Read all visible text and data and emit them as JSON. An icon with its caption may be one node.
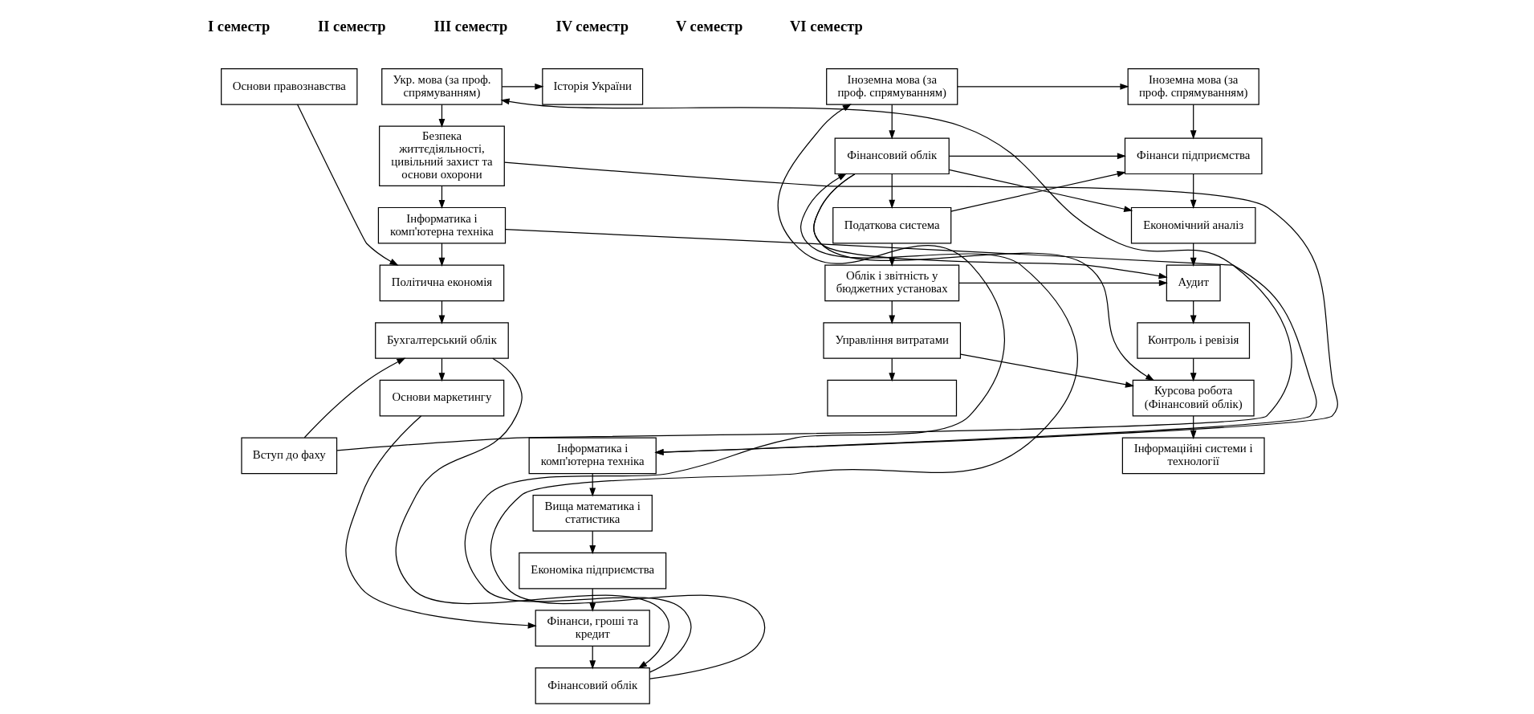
{
  "diagram": {
    "nodes": [
      {
        "text": [
          "Основи правознавства"
        ]
      },
      {
        "text": [
          "Вступ до фаху"
        ]
      },
      {
        "text": [
          "Укр. мова (за проф. спрямуванням)"
        ]
      },
      {
        "text": [
          "Безпека життєдіяльності, цивільний захист та основи охорони"
        ]
      },
      {
        "text": [
          "Інформатика і комп'ютерна техніка"
        ]
      },
      {
        "text": [
          "Політична економія"
        ]
      },
      {
        "text": [
          "Бухгалтерський облік"
        ]
      },
      {
        "text": [
          "Основи маркетингу"
        ]
      },
      {
        "text": [
          "Історія України"
        ]
      },
      {
        "text": [
          "Інформатика і комп'ютерна техніка"
        ]
      },
      {
        "text": [
          "Вища математика і статистика"
        ]
      },
      {
        "text": [
          "Економіка підприємства"
        ]
      },
      {
        "text": [
          "Фінанси, гроші та кредит"
        ]
      },
      {
        "text": [
          "Фінансовий облік"
        ]
      },
      {
        "text": [
          "Іноземна мова (за проф. спрямуванням)"
        ]
      },
      {
        "text": [
          "Фінансовий облік"
        ]
      },
      {
        "text": [
          "Податкова система"
        ]
      },
      {
        "text": [
          "Облік і звітність у бюджетних установах"
        ]
      },
      {
        "text": [
          "Управління витратами"
        ]
      },
      {
        "text": [],
        "shape": "box"
      },
      {
        "text": [
          "Іноземна мова (за проф. спрямуванням)"
        ]
      },
      {
        "text": [
          "Фінанси підприємства"
        ]
      },
      {
        "text": [
          "Економічний аналіз"
        ]
      },
      {
        "text": [
          "Аудит"
        ]
      },
      {
        "text": [
          "Контроль і ревізія"
        ]
      },
      {
        "text": [
          "Курсова робота (Фінансовий облік)"
        ]
      },
      {
        "text": [
          "Інформаційні системи і технології"
        ]
      }
    ],
    "edges": [
      {
        "from": 0,
        "to": 5,
        "arrow": "to"
      },
      {
        "from": 1,
        "to": 2,
        "arrow": "to"
      },
      {
        "from": 1,
        "to": 6,
        "arrow": "to"
      },
      {
        "from": 2,
        "to": 3,
        "arrow": "to"
      },
      {
        "from": 3,
        "to": 4,
        "arrow": "to"
      },
      {
        "from": 4,
        "to": 5,
        "arrow": "to"
      },
      {
        "from": 5,
        "to": 6,
        "arrow": "to"
      },
      {
        "from": 6,
        "to": 7,
        "arrow": "to"
      },
      {
        "from": 2,
        "to": 8,
        "arrow": "to"
      },
      {
        "from": 3,
        "to": 9,
        "arrow": "to"
      },
      {
        "from": 4,
        "to": 9,
        "arrow": "to"
      },
      {
        "from": 6,
        "to": 13,
        "arrow": "to"
      },
      {
        "from": 7,
        "to": 12,
        "arrow": "to"
      },
      {
        "from": 9,
        "to": 10,
        "arrow": "to"
      },
      {
        "from": 10,
        "to": 11,
        "arrow": "to"
      },
      {
        "from": 11,
        "to": 12,
        "arrow": "to"
      },
      {
        "from": 12,
        "to": 13,
        "arrow": "to"
      },
      {
        "from": 13,
        "to": 14,
        "arrow": "to"
      },
      {
        "from": 13,
        "to": 15,
        "arrow": "to"
      },
      {
        "from": 14,
        "to": 15,
        "arrow": "to"
      },
      {
        "from": 15,
        "to": 16,
        "arrow": "to"
      },
      {
        "from": 16,
        "to": 17,
        "arrow": "to"
      },
      {
        "from": 17,
        "to": 18,
        "arrow": "to"
      },
      {
        "from": 18,
        "to": 19,
        "arrow": "to"
      },
      {
        "from": 14,
        "to": 20,
        "arrow": "to"
      },
      {
        "from": 15,
        "to": 21,
        "arrow": "to"
      },
      {
        "from": 15,
        "to": 22,
        "arrow": "to"
      },
      {
        "from": 15,
        "to": 23,
        "arrow": "to"
      },
      {
        "from": 15,
        "to": 25,
        "arrow": "to"
      },
      {
        "from": 16,
        "to": 21,
        "arrow": "to"
      },
      {
        "from": 17,
        "to": 23,
        "arrow": "to"
      },
      {
        "from": 18,
        "to": 25,
        "arrow": "to"
      },
      {
        "from": 20,
        "to": 21,
        "arrow": "to"
      },
      {
        "from": 21,
        "to": 22,
        "arrow": "to"
      },
      {
        "from": 22,
        "to": 23,
        "arrow": "to"
      },
      {
        "from": 23,
        "to": 24,
        "arrow": "to"
      },
      {
        "from": 24,
        "to": 25,
        "arrow": "to"
      },
      {
        "from": 25,
        "to": 26,
        "arrow": "to"
      }
    ],
    "labels": [
      "I семестр",
      "II семестр",
      "III семестр",
      "IV семестр",
      "V семестр",
      "VI семестр"
    ]
  }
}
